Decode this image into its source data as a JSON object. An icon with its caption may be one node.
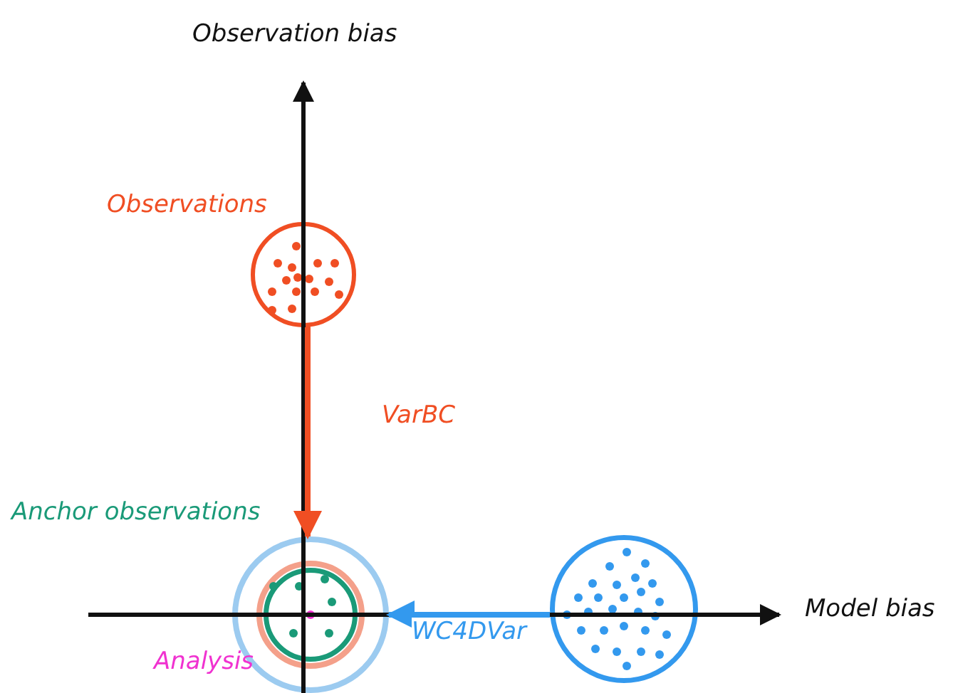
{
  "diagram": {
    "nodes": [
      {
        "text": [
          "Observations"
        ]
      },
      {
        "text": [],
        "shape": "circle"
      },
      {
        "text": [],
        "shape": "circle",
        "in": 1
      },
      {
        "text": [
          "Anchor observations"
        ],
        "in": 2
      },
      {
        "text": [
          "Analysis"
        ],
        "in": 3
      },
      {
        "text": [],
        "shape": "circle"
      }
    ],
    "edges": [
      {
        "from": 0,
        "to": 1,
        "arrow": "to",
        "label": "VarBC",
        "color": "#f04e23"
      },
      {
        "from": 5,
        "to": 1,
        "arrow": "to",
        "label": "WC4DVar",
        "color": "#3399ee"
      }
    ],
    "labels": [
      "Observation bias",
      "Model bias"
    ]
  }
}
